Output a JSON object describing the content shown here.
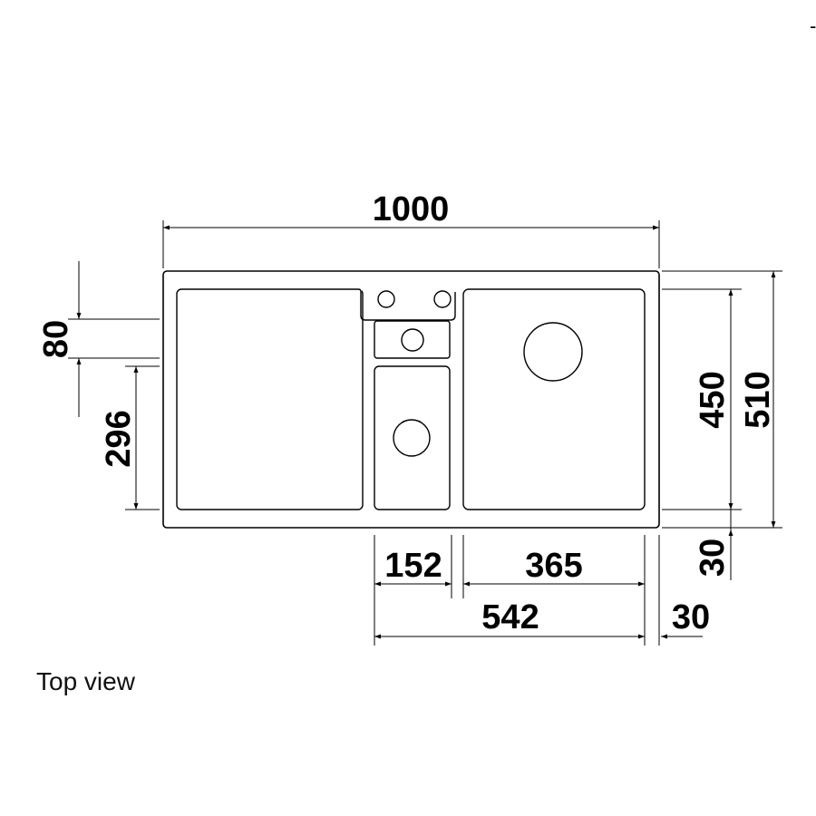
{
  "caption": "Top view",
  "corner_mark": "-",
  "dimensions": {
    "total_width": "1000",
    "total_depth": "510",
    "bowl_depth": "450",
    "bottom_offset": "30",
    "top_offset": "80",
    "small_bowl_depth": "296",
    "small_bowl_width": "152",
    "main_bowl_width": "365",
    "bowls_width": "542",
    "right_offset": "30"
  }
}
